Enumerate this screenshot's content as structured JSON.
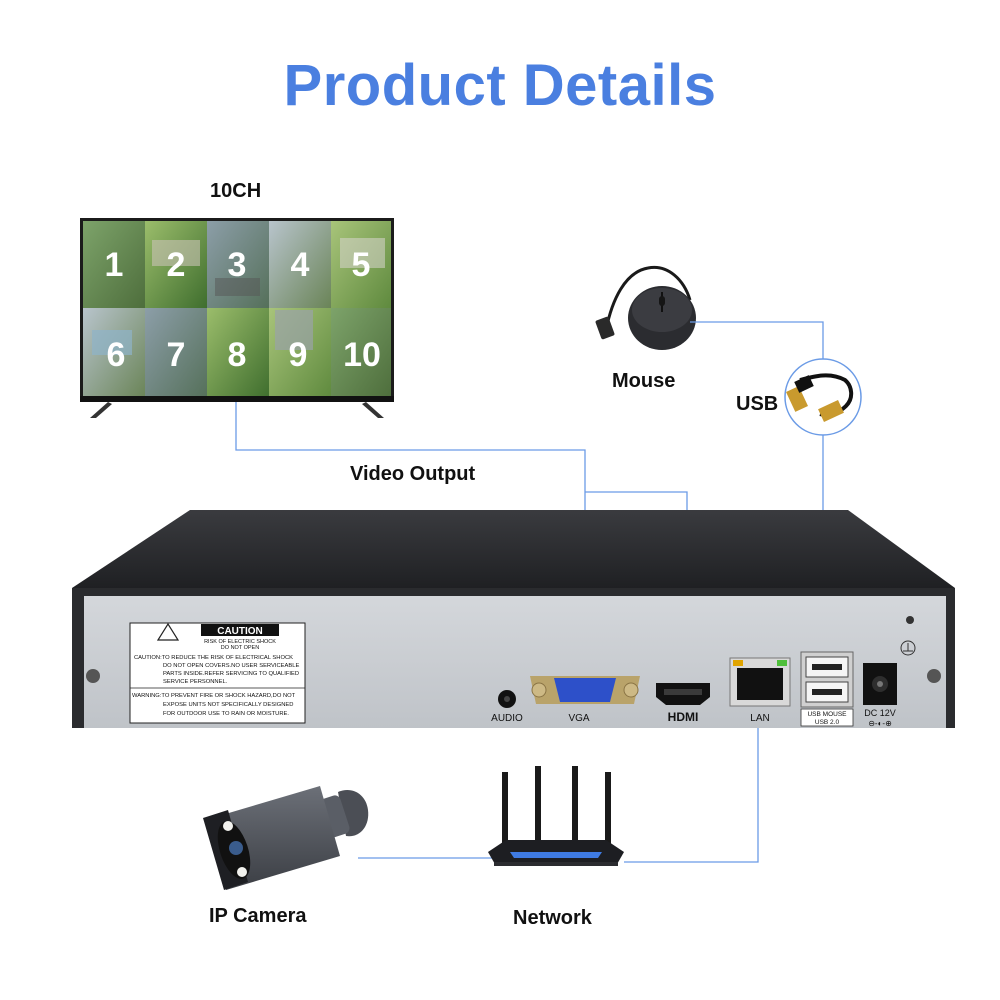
{
  "title": "Product Details",
  "colors": {
    "title": "#4a7fe0",
    "connector": "#6b9be6",
    "nvr_top": "#2c2d30",
    "nvr_panel": "#c9cdd2"
  },
  "tv": {
    "label": "10CH",
    "channels": [
      "1",
      "2",
      "3",
      "4",
      "5",
      "6",
      "7",
      "8",
      "9",
      "10"
    ]
  },
  "mouse": {
    "label": "Mouse"
  },
  "usb": {
    "label": "USB"
  },
  "video_output": {
    "label": "Video Output"
  },
  "caution": {
    "heading": "CAUTION",
    "sub1": "RISK OF ELECTRIC SHOCK",
    "sub2": "DO NOT OPEN",
    "line1": "CAUTION:TO REDUCE THE RISK OF ELECTRICAL SHOCK",
    "line2": "DO NOT OPEN COVERS.NO USER SERVICEABLE",
    "line3": "PARTS INSIDE.REFER SERVICING TO QUALIFIED",
    "line4": "SERVICE PERSONNEL.",
    "warn1": "WARNING:TO PREVENT FIRE OR SHOCK HAZARD,DO NOT",
    "warn2": "EXPOSE UNITS NOT SPECIFICALLY DESIGNED",
    "warn3": "FOR OUTDOOR USE TO RAIN OR MOISTURE."
  },
  "ports": {
    "audio": "AUDIO",
    "vga": "VGA",
    "hdmi": "HDMI",
    "lan": "LAN",
    "usb_mouse": "USB MOUSE",
    "usb_ver": "USB 2.0",
    "dc": "DC 12V"
  },
  "camera": {
    "label": "IP Camera"
  },
  "network": {
    "label": "Network"
  }
}
